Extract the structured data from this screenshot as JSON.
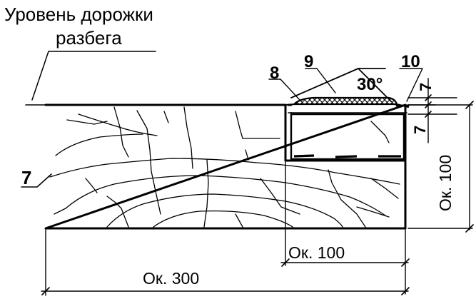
{
  "labels": {
    "track_level_line1": "Уровень дорожки",
    "track_level_line2": "разбега",
    "part_8": "8",
    "part_9": "9",
    "part_10": "10",
    "part_7_left": "7",
    "part_7_right_top": "7",
    "part_7_right_bottom": "7",
    "angle": "30°",
    "dim_inner_width": "Ок. 100",
    "dim_total_width": "Ок. 300",
    "dim_height": "Ок. 100"
  },
  "colors": {
    "ink": "#000000",
    "background": "#ffffff"
  }
}
